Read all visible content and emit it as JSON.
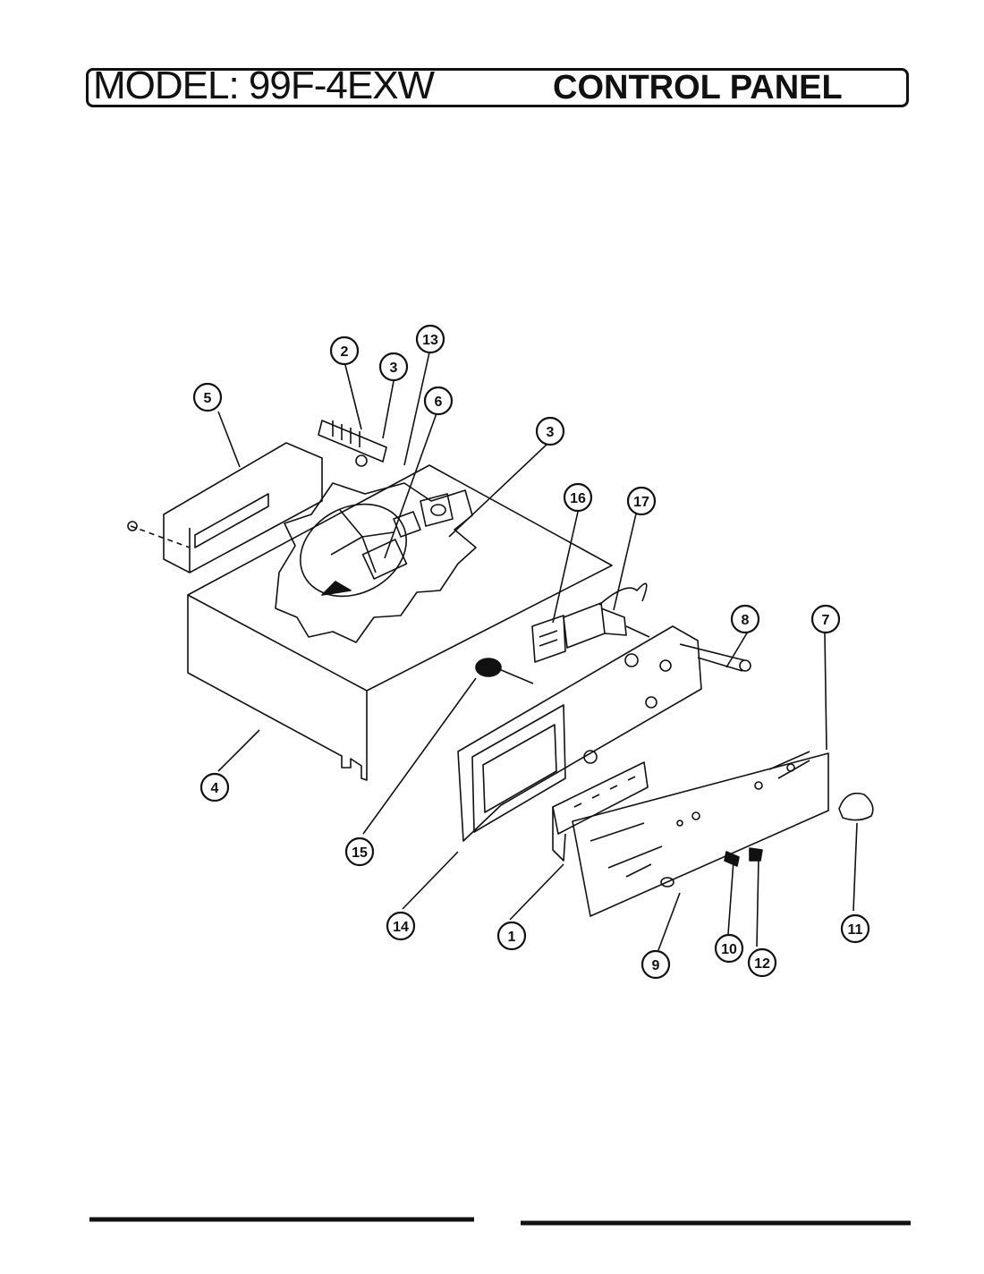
{
  "header": {
    "model_title": "MODEL: 99F-4EXW",
    "section_title": "CONTROL PANEL"
  },
  "callouts": [
    {
      "id": "callout-1",
      "label": "1"
    },
    {
      "id": "callout-2",
      "label": "2"
    },
    {
      "id": "callout-3a",
      "label": "3"
    },
    {
      "id": "callout-3b",
      "label": "3"
    },
    {
      "id": "callout-4",
      "label": "4"
    },
    {
      "id": "callout-5",
      "label": "5"
    },
    {
      "id": "callout-6",
      "label": "6"
    },
    {
      "id": "callout-7",
      "label": "7"
    },
    {
      "id": "callout-8",
      "label": "8"
    },
    {
      "id": "callout-9",
      "label": "9"
    },
    {
      "id": "callout-10",
      "label": "10"
    },
    {
      "id": "callout-11",
      "label": "11"
    },
    {
      "id": "callout-12",
      "label": "12"
    },
    {
      "id": "callout-13",
      "label": "13"
    },
    {
      "id": "callout-14",
      "label": "14"
    },
    {
      "id": "callout-15",
      "label": "15"
    },
    {
      "id": "callout-16",
      "label": "16"
    },
    {
      "id": "callout-17",
      "label": "17"
    }
  ],
  "colors": {
    "ink": "#111111",
    "paper": "#ffffff"
  }
}
